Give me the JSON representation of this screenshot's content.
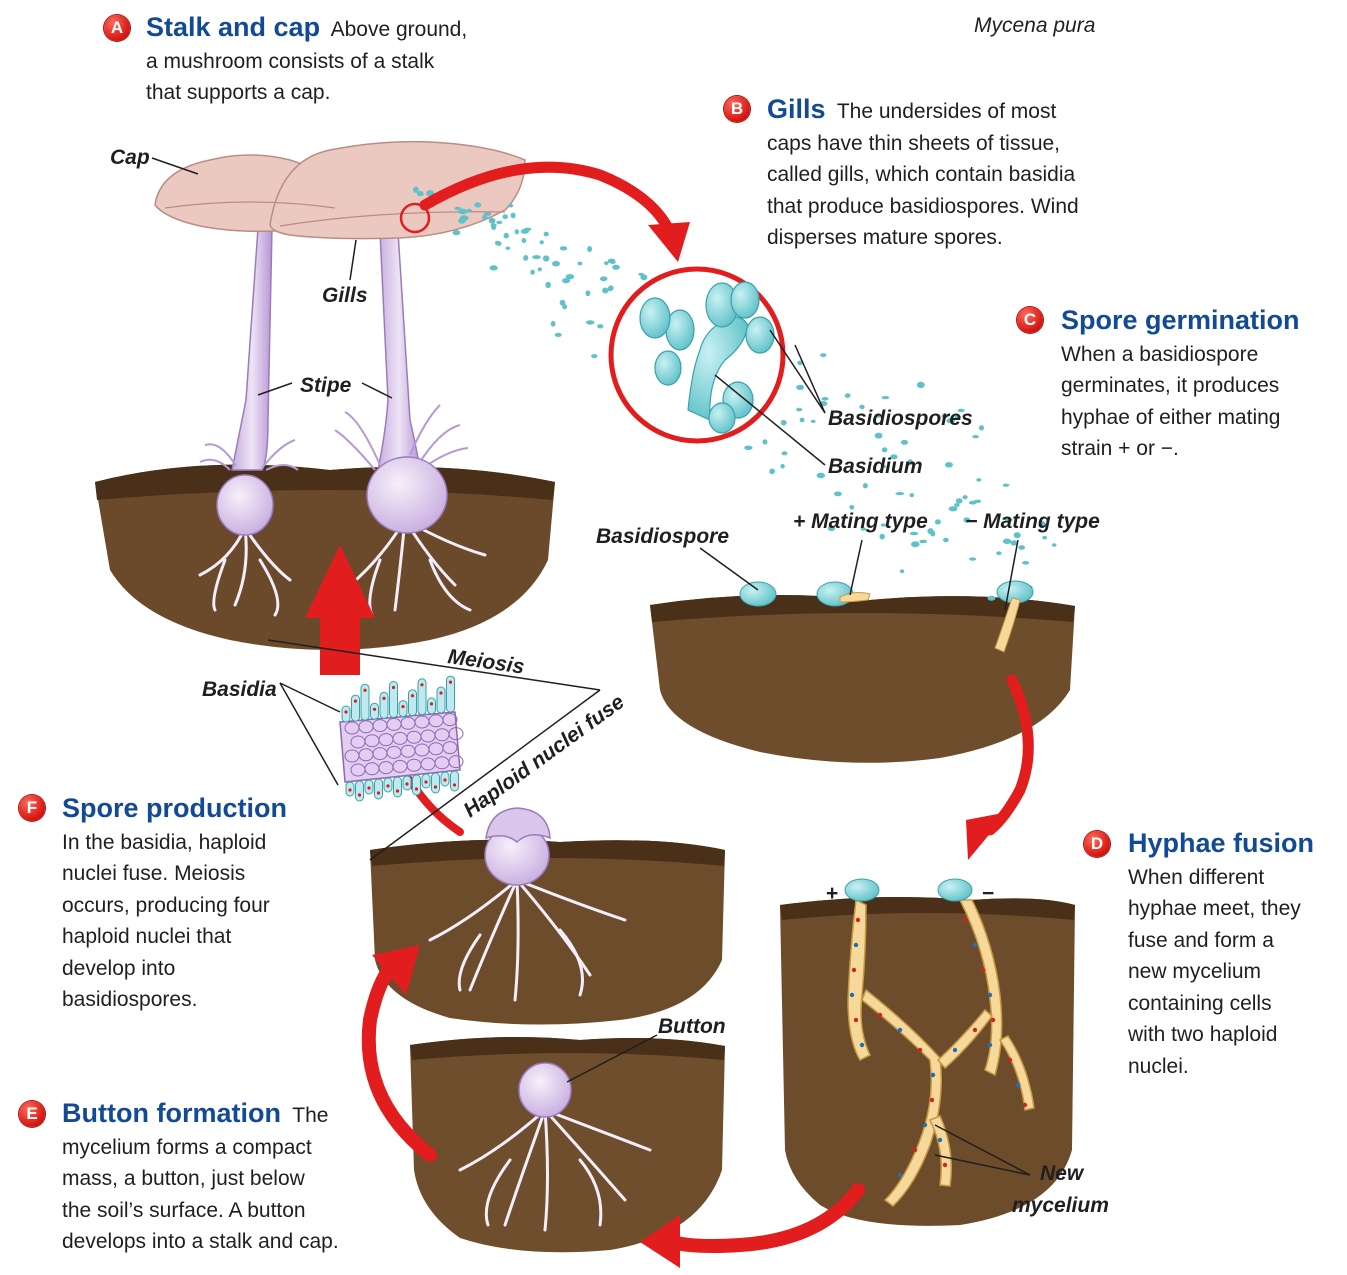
{
  "species": "Mycena pura",
  "steps": {
    "a": {
      "letter": "A",
      "title": "Stalk and cap",
      "lines": [
        "Above ground,",
        "a mushroom consists of a stalk",
        "that supports a cap."
      ]
    },
    "b": {
      "letter": "B",
      "title": "Gills",
      "lines": [
        "The undersides of most",
        "caps have thin sheets of tissue,",
        "called gills, which contain basidia",
        "that produce basidiospores. Wind",
        "disperses mature spores."
      ]
    },
    "c": {
      "letter": "C",
      "title": "Spore germination",
      "lines": [
        "When a basidiospore",
        "germinates, it produces",
        "hyphae of either mating",
        "strain + or −."
      ]
    },
    "d": {
      "letter": "D",
      "title": "Hyphae fusion",
      "lines": [
        "When different",
        "hyphae meet, they",
        "fuse and form a",
        "new mycelium",
        "containing cells",
        "with two haploid",
        "nuclei."
      ]
    },
    "e": {
      "letter": "E",
      "title": "Button formation",
      "lines": [
        "The",
        "mycelium forms a compact",
        "mass, a button, just below",
        "the soil’s surface. A button",
        "develops into a stalk and cap."
      ]
    },
    "f": {
      "letter": "F",
      "title": "Spore production",
      "lines": [
        "In the basidia, haploid",
        "nuclei fuse. Meiosis",
        "occurs, producing four",
        "haploid nuclei that",
        "develop into",
        "basidiospores."
      ]
    }
  },
  "labels": {
    "cap": "Cap",
    "gills": "Gills",
    "stipe": "Stipe",
    "basidiospores": "Basidiospores",
    "basidium": "Basidium",
    "basidiospore": "Basidiospore",
    "plus_mating": "+ Mating type",
    "minus_mating": "− Mating type",
    "meiosis": "Meiosis",
    "basidia": "Basidia",
    "haploid_fuse": "Haploid nuclei fuse",
    "button": "Button",
    "new": "New",
    "mycelium": "mycelium",
    "plus": "+",
    "minus": "−"
  },
  "colors": {
    "title_blue": "#124a93",
    "badge_red": "#d81a14",
    "arrow_red": "#e21d1d",
    "spore_teal": "#5fc2c9",
    "mushroom_lilac": "#d9c6ea",
    "cap_pink": "#ecc9c0",
    "hypha_yellow": "#f6d99a",
    "soil_brown": "#6b4a2b"
  }
}
